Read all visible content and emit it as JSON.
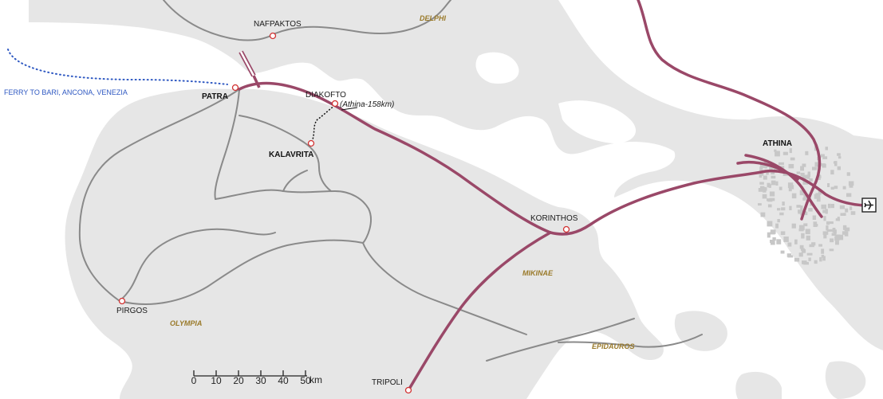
{
  "colors": {
    "water": "#ffffff",
    "land": "#e6e6e6",
    "road": "#8a8a8a",
    "rail": "#9a4868",
    "ferry": "#2f59c2",
    "site_label": "#9a7a2a",
    "urban": "#c7c7c7"
  },
  "cities": {
    "nafpaktos": "NAFPAKTOS",
    "patra": "PATRA",
    "diakofto": "DIAKOFTO",
    "diakofto_note": "(Athina-158km)",
    "kalavrita": "KALAVRITA",
    "athina": "ATHINA",
    "korinthos": "KORINTHOS",
    "pirgos": "PIRGOS",
    "tripoli": "TRIPOLI"
  },
  "sites": {
    "delphi": "DELPHI",
    "mikinae": "MIKINAE",
    "olympia": "OLYMPIA",
    "epidauros": "EPIDAUROS"
  },
  "ferry": {
    "label": "FERRY TO BARI, ANCONA, VENEZIA"
  },
  "scale": {
    "ticks": [
      "0",
      "10",
      "20",
      "30",
      "40",
      "50"
    ],
    "unit": "km"
  },
  "airport": {
    "icon": "airplane-icon"
  }
}
